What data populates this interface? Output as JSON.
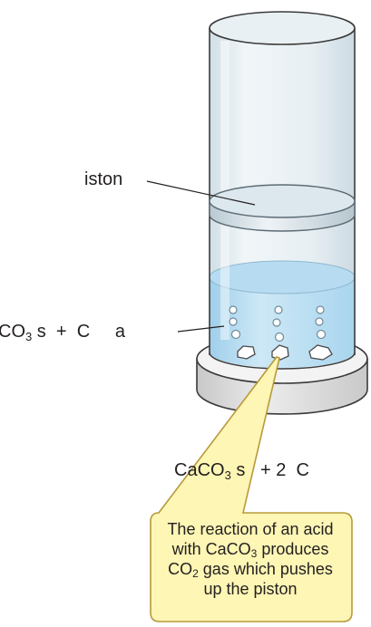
{
  "labels": {
    "piston": "iston",
    "left_eq_part1": "CO",
    "left_eq_sub": "3",
    "left_eq_part2": " s  +  C     a",
    "right_eq_part1": "CaCO",
    "right_eq_sub": "3",
    "right_eq_part2": " s   + 2  C"
  },
  "callout": {
    "line1": "The reaction of an acid",
    "line2_pre": "with CaCO",
    "line2_sub": "3",
    "line2_post": " produces",
    "line3_pre": "CO",
    "line3_sub": "2",
    "line3_post": " gas which pushes",
    "line4": "up the piston"
  },
  "colors": {
    "cylinder_tint": "#dfeaf0",
    "liquid": "#bfe0f2",
    "liquid_surface": "#a8d3ee",
    "base_top": "#f2f2f2",
    "base_side": "#d8d8d8",
    "callout_fill": "#fdf6b5",
    "callout_stroke": "#b89a3a"
  }
}
